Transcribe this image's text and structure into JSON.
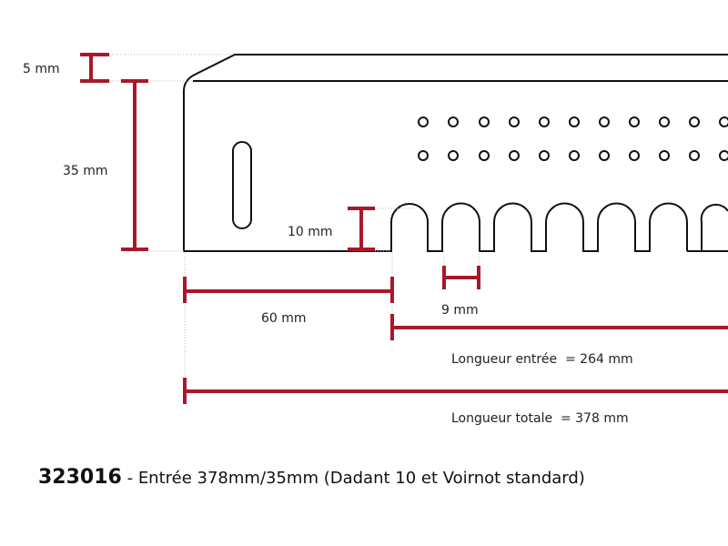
{
  "colors": {
    "outline": "#111111",
    "dimension": "#a8182a",
    "guide": "#bbbbbb"
  },
  "dimensions": {
    "top_offset": "5 mm",
    "height": "35 mm",
    "notch_depth": "10 mm",
    "first_notch": "60 mm",
    "notch_width": "9 mm",
    "entry_length": "Longueur entrée  = 264 mm",
    "total_length": "Longueur totale  = 378 mm"
  },
  "caption": {
    "code": "323016",
    "separator": " - ",
    "description": "Entrée 378mm/35mm (Dadant 10 et Voirnot standard)"
  }
}
